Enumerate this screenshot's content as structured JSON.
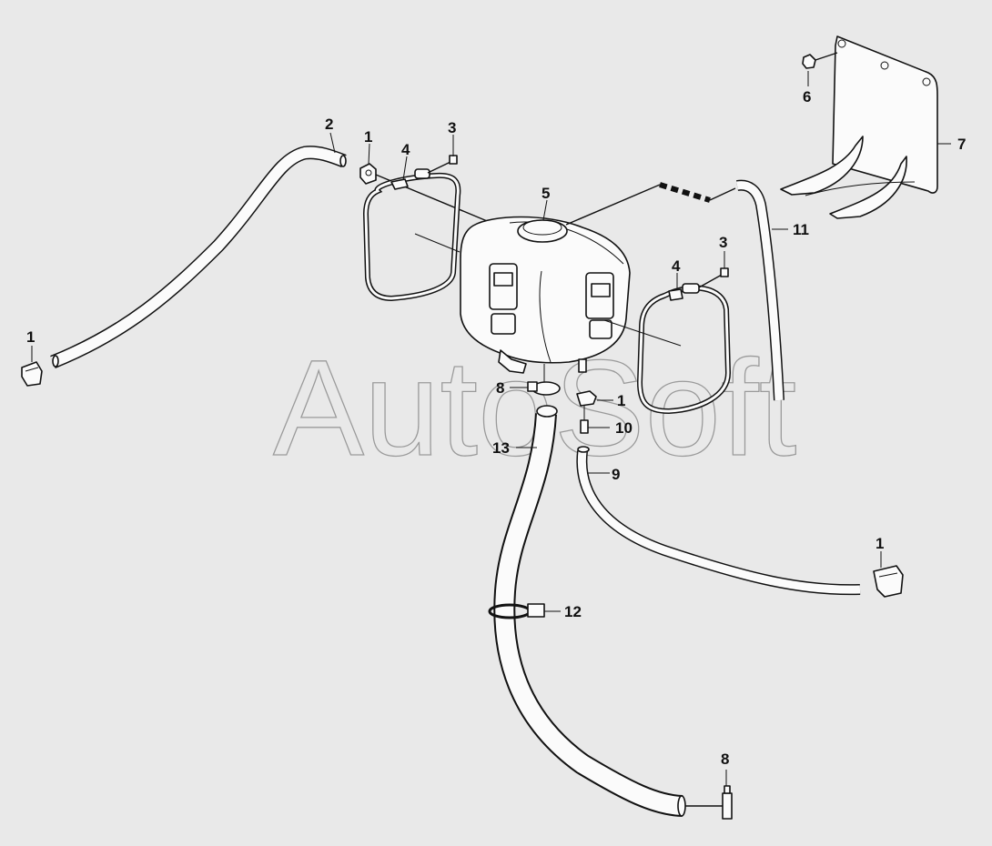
{
  "watermark": "AutoSoft",
  "callouts": {
    "c1a": "1",
    "c1b": "1",
    "c1c": "1",
    "c1d": "1",
    "c2": "2",
    "c3a": "3",
    "c3b": "3",
    "c4a": "4",
    "c4b": "4",
    "c5": "5",
    "c6": "6",
    "c7": "7",
    "c8a": "8",
    "c8b": "8",
    "c9": "9",
    "c10": "10",
    "c11": "11",
    "c12": "12",
    "c13": "13"
  }
}
